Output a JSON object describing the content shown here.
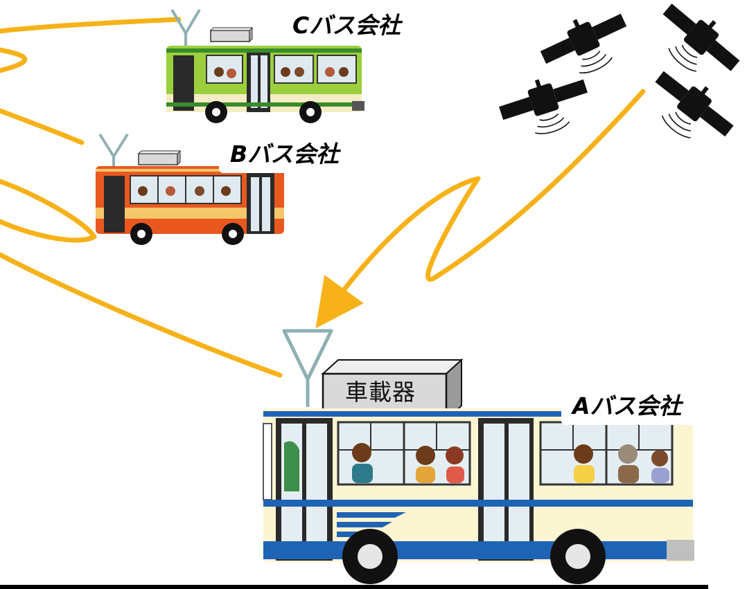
{
  "companies": {
    "c": {
      "label": "Cバス会社"
    },
    "b": {
      "label": "Bバス会社"
    },
    "a": {
      "label": "Aバス会社"
    }
  },
  "device": {
    "label": "車載器"
  },
  "satellites": {
    "count": 4
  },
  "colors": {
    "signal": "#f7b21a",
    "bus_a_body": "#fbf5d2",
    "bus_a_stripe": "#1f63b4",
    "bus_b_body": "#e8581f",
    "bus_c_body": "#9bd03c",
    "antenna": "#8fb0b3",
    "device_box": "#d9d9d9",
    "satellite": "#111111"
  },
  "icons": [
    "antenna-icon",
    "satellite-icon",
    "onboard-device-icon",
    "bus-icon"
  ]
}
